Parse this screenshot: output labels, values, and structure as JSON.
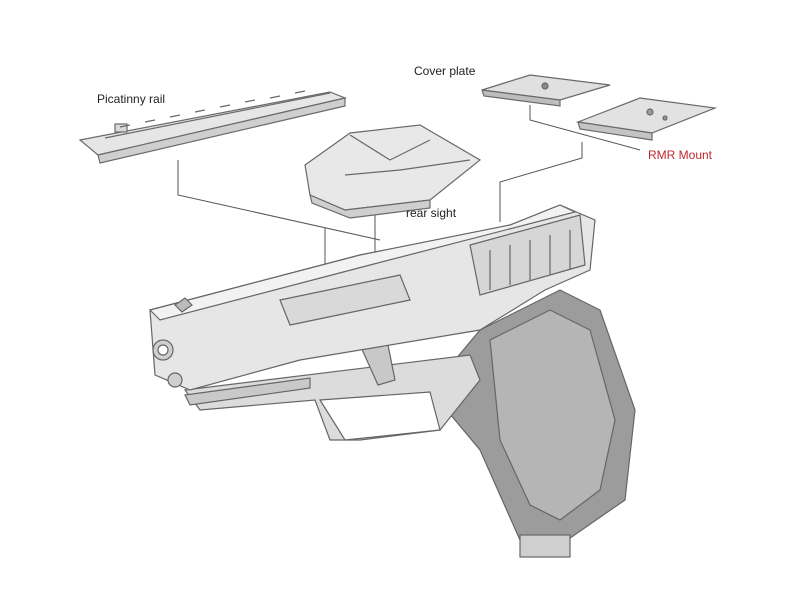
{
  "labels": {
    "picatinny_rail": "Picatinny rail",
    "cover_plate": "Cover plate",
    "rmr_mount": "RMR Mount",
    "rear_sight": "rear sight"
  },
  "colors": {
    "label": "#222222",
    "rmr_label": "#c0282d",
    "leader_line": "#555555",
    "part_fill": "#e4e4e4",
    "part_stroke": "#6a6a6a",
    "grip_fill": "#9a9a9a"
  }
}
